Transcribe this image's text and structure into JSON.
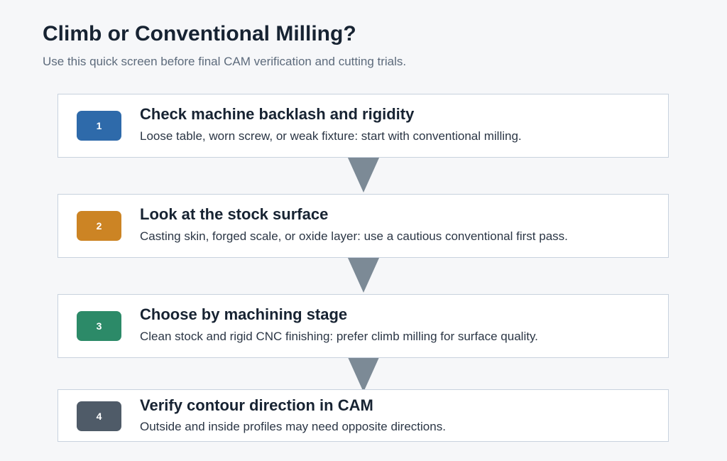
{
  "header": {
    "title": "Climb or Conventional Milling?",
    "subtitle": "Use this quick screen before final CAM verification and cutting trials."
  },
  "colors": {
    "step_1": "#2e6aaa",
    "step_2": "#cc8424",
    "step_3": "#2c8a68",
    "step_4": "#4f5b68",
    "arrow": "#7c8a96"
  },
  "steps": [
    {
      "number": "1",
      "title": "Check machine backlash and rigidity",
      "description": "Loose table, worn screw, or weak fixture: start with conventional milling."
    },
    {
      "number": "2",
      "title": "Look at the stock surface",
      "description": "Casting skin, forged scale, or oxide layer: use a cautious conventional first pass."
    },
    {
      "number": "3",
      "title": "Choose by machining stage",
      "description": "Clean stock and rigid CNC finishing: prefer climb milling for surface quality."
    },
    {
      "number": "4",
      "title": "Verify contour direction in CAM",
      "description": "Outside and inside profiles may need opposite directions."
    }
  ]
}
